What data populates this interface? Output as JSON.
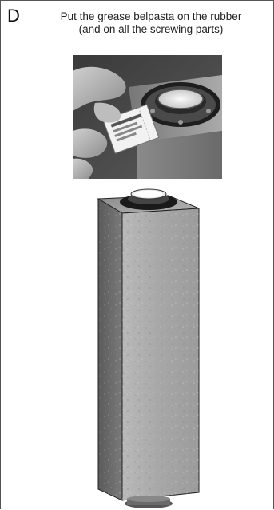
{
  "step": {
    "letter": "D",
    "instruction_line1": "Put the grease belpasta on the rubber",
    "instruction_line2": "(and on all the screwing parts)"
  },
  "illustrations": {
    "photo_icon": "hand-applying-grease-photo",
    "column_icon": "stone-chimney-column"
  }
}
